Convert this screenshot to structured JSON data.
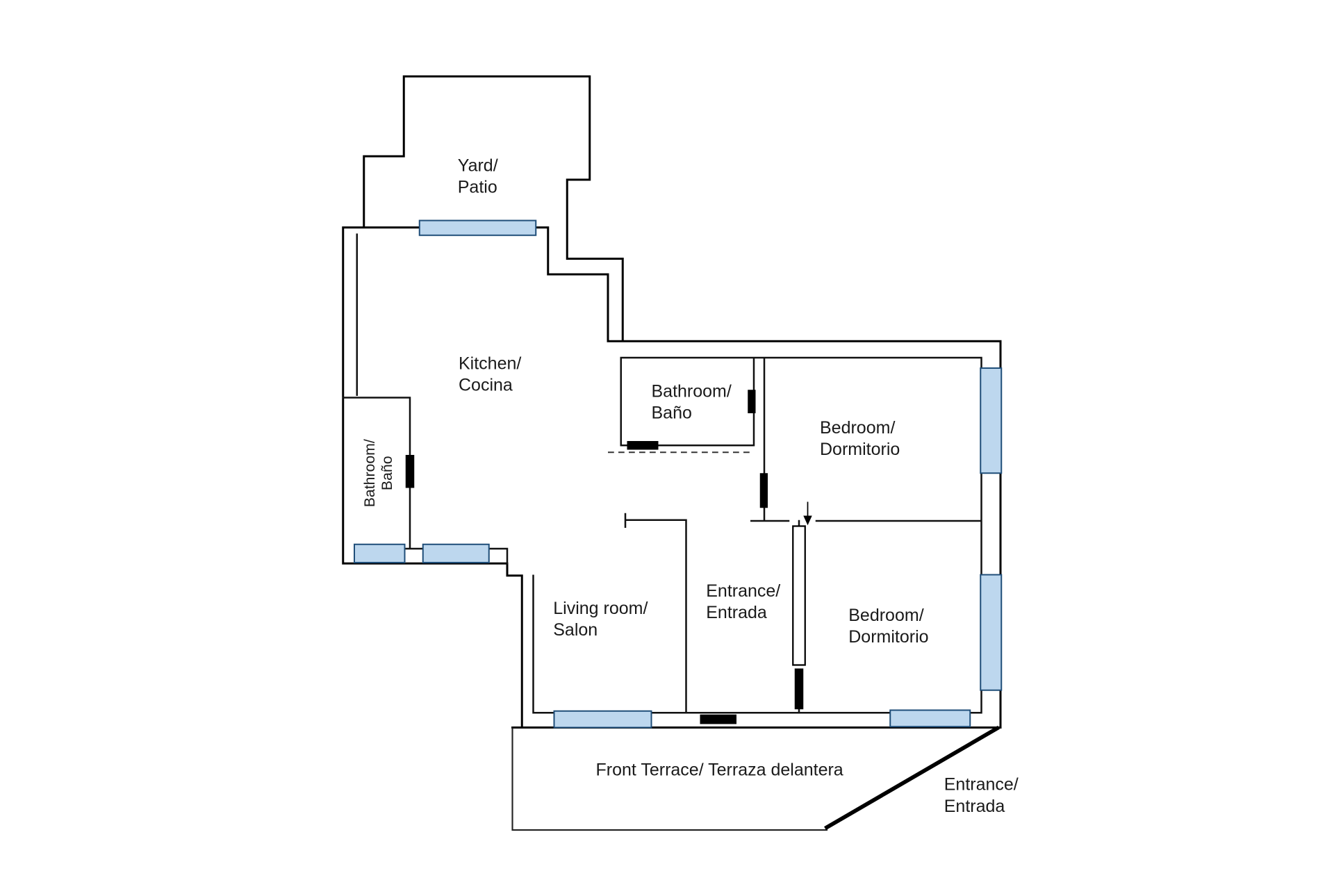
{
  "plan": {
    "kind": "apartment-floor-plan",
    "language": "English/Spanish"
  },
  "colors": {
    "window_fill": "#BDD7EE",
    "window_border": "#1F4E79",
    "wall": "#000000",
    "background": "#FFFFFF"
  },
  "rooms": {
    "yard": {
      "lines": [
        "Yard/",
        "Patio"
      ]
    },
    "kitchen": {
      "lines": [
        "Kitchen/",
        "Cocina"
      ]
    },
    "bathroom_main": {
      "lines": [
        "Bathroom/",
        "Baño"
      ]
    },
    "bathroom_small": {
      "lines": [
        "Bathroom/",
        "Baño"
      ]
    },
    "bedroom_top": {
      "lines": [
        "Bedroom/",
        "Dormitorio"
      ]
    },
    "bedroom_bottom": {
      "lines": [
        "Bedroom/",
        "Dormitorio"
      ]
    },
    "living_room": {
      "lines": [
        "Living room/",
        "Salon"
      ]
    },
    "entrance_hall": {
      "lines": [
        "Entrance/",
        "Entrada"
      ]
    },
    "front_terrace": {
      "lines": [
        "Front Terrace/ Terraza delantera"
      ]
    },
    "entrance_outside": {
      "lines": [
        "Entrance/",
        "Entrada"
      ]
    }
  }
}
